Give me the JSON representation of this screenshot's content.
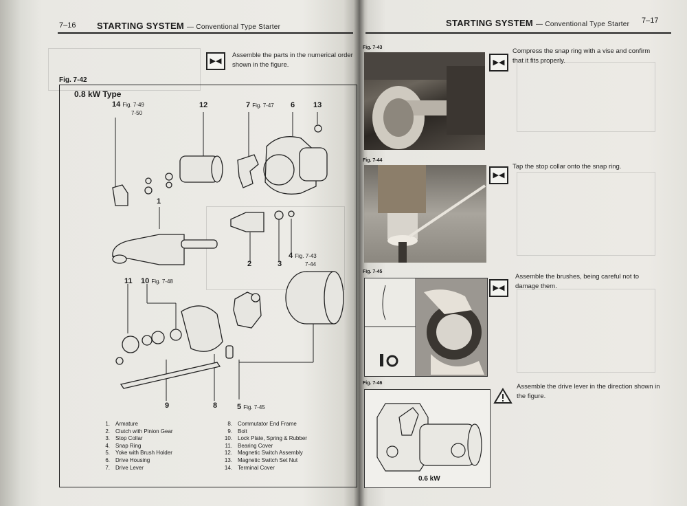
{
  "left_page": {
    "page_number": "7–16",
    "header_title": "STARTING SYSTEM",
    "header_subtitle": "— Conventional Type Starter",
    "instruction": "Assemble the parts in the numerical order shown in the figure.",
    "figure_label": "Fig. 7-42",
    "figure_type_label": "0.8 kW Type",
    "callouts": [
      {
        "num": "14",
        "ref": "Fig. 7-49",
        "ref2": "7-50"
      },
      {
        "num": "12",
        "ref": "",
        "ref2": ""
      },
      {
        "num": "7",
        "ref": "Fig. 7-47",
        "ref2": ""
      },
      {
        "num": "6",
        "ref": "",
        "ref2": ""
      },
      {
        "num": "13",
        "ref": "",
        "ref2": ""
      },
      {
        "num": "1",
        "ref": "",
        "ref2": ""
      },
      {
        "num": "2",
        "ref": "",
        "ref2": ""
      },
      {
        "num": "3",
        "ref": "",
        "ref2": ""
      },
      {
        "num": "4",
        "ref": "Fig. 7-43",
        "ref2": "7-44"
      },
      {
        "num": "11",
        "ref": "",
        "ref2": ""
      },
      {
        "num": "10",
        "ref": "Fig. 7-48",
        "ref2": ""
      },
      {
        "num": "9",
        "ref": "",
        "ref2": ""
      },
      {
        "num": "8",
        "ref": "",
        "ref2": ""
      },
      {
        "num": "5",
        "ref": "Fig. 7-45",
        "ref2": ""
      }
    ],
    "legend_col1": [
      {
        "n": "1.",
        "t": "Armature"
      },
      {
        "n": "2.",
        "t": "Clutch with Pinion Gear"
      },
      {
        "n": "3.",
        "t": "Stop Collar"
      },
      {
        "n": "4.",
        "t": "Snap Ring"
      },
      {
        "n": "5.",
        "t": "Yoke with Brush Holder"
      },
      {
        "n": "6.",
        "t": "Drive Housing"
      },
      {
        "n": "7.",
        "t": "Drive Lever"
      }
    ],
    "legend_col2": [
      {
        "n": "8.",
        "t": "Commutator End Frame"
      },
      {
        "n": "9.",
        "t": "Bolt"
      },
      {
        "n": "10.",
        "t": "Lock Plate, Spring & Rubber"
      },
      {
        "n": "11.",
        "t": "Bearing Cover"
      },
      {
        "n": "12.",
        "t": "Magnetic Switch Assembly"
      },
      {
        "n": "13.",
        "t": "Magnetic Switch Set Nut"
      },
      {
        "n": "14.",
        "t": "Terminal Cover"
      }
    ]
  },
  "right_page": {
    "page_number": "7–17",
    "header_title": "STARTING SYSTEM",
    "header_subtitle": "— Conventional Type Starter",
    "steps": [
      {
        "fig": "Fig. 7-43",
        "icon": "press-fit-icon",
        "text": "Compress the snap ring with a vise and confirm that it fits properly."
      },
      {
        "fig": "Fig. 7-44",
        "icon": "press-fit-icon",
        "text": "Tap the stop collar onto the snap ring."
      },
      {
        "fig": "Fig. 7-45",
        "icon": "press-fit-icon",
        "text": "Assemble the brushes, being careful not to damage them."
      },
      {
        "fig": "Fig. 7-46",
        "icon": "warning-triangle-icon",
        "text": "Assemble the drive lever in the direction shown in the figure."
      }
    ],
    "fig46_caption": "0.6 kW"
  }
}
